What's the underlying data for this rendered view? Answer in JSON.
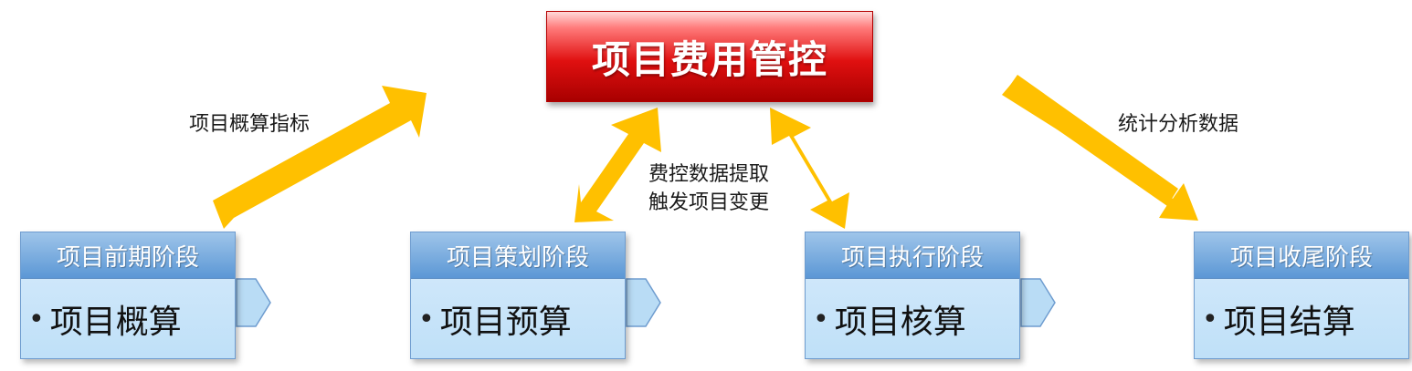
{
  "center": {
    "title": "项目费用管控"
  },
  "stages": [
    {
      "title": "项目前期阶段",
      "item": "项目概算"
    },
    {
      "title": "项目策划阶段",
      "item": "项目预算"
    },
    {
      "title": "项目执行阶段",
      "item": "项目核算"
    },
    {
      "title": "项目收尾阶段",
      "item": "项目结算"
    }
  ],
  "labels": {
    "estimate_indicator": "项目概算指标",
    "cost_control_line1": "费控数据提取",
    "cost_control_line2": "触发项目变更",
    "statistics": "统计分析数据"
  },
  "bullet": "•",
  "colors": {
    "arrow": "#ffc000",
    "center_red": "#e01010",
    "stage_header": "#5b97d5",
    "stage_body": "#c9e5f8"
  }
}
